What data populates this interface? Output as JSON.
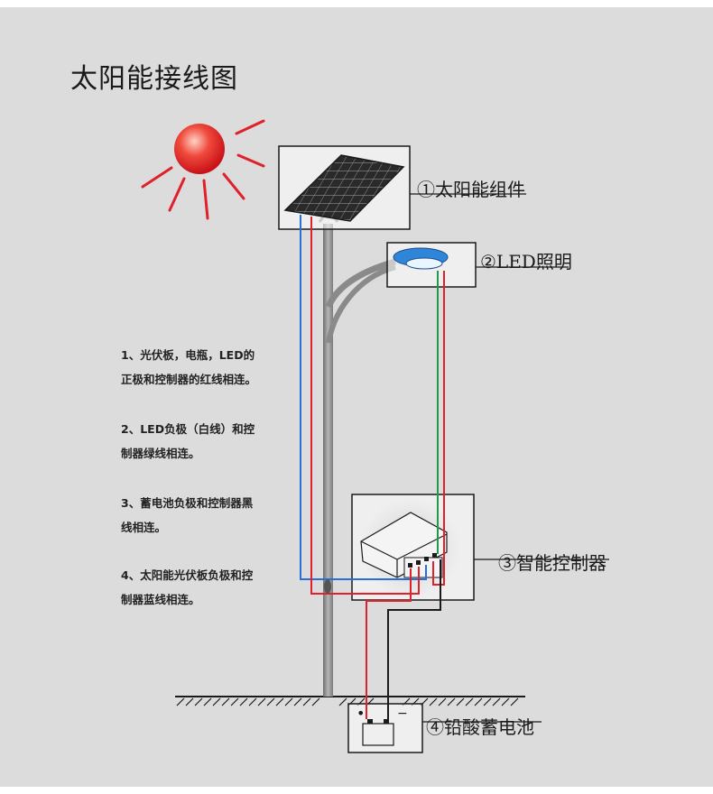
{
  "title": "太阳能接线图",
  "components": {
    "solar_panel": "①太阳能组件",
    "led_light": "②LED照明",
    "controller": "③智能控制器",
    "battery": "④铅酸蓄电池"
  },
  "notes": [
    {
      "line1": "1、光伏板，电瓶，LED的",
      "line2": "正极和控制器的红线相连。"
    },
    {
      "line1": "2、LED负极（白线）和控",
      "line2": "制器绿线相连。"
    },
    {
      "line1": "3、蓄电池负极和控制器黑",
      "line2": "线相连。"
    },
    {
      "line1": "4、太阳能光伏板负极和控",
      "line2": "制器蓝线相连。"
    }
  ],
  "battery_marks": {
    "positive": "•",
    "negative": "−"
  },
  "colors": {
    "background": "#dcdcdc",
    "red_wire": "#e0202a",
    "blue_wire": "#2a6fd6",
    "green_wire": "#1f9a4e",
    "black_wire": "#1a1a1a",
    "pole": "#8a8a8a",
    "sun": "#e0202a"
  }
}
